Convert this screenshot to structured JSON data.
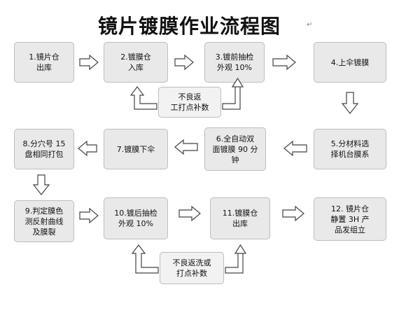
{
  "title": "镜片镀膜作业流程图",
  "boxes": [
    {
      "id": "b1",
      "label": "1.镜片仓\n出库"
    },
    {
      "id": "b2",
      "label": "2.镀膜仓\n入库"
    },
    {
      "id": "b3",
      "label": "3.镀前抽检\n外观 10%"
    },
    {
      "id": "b4",
      "label": "4.上伞镀膜"
    },
    {
      "id": "b5",
      "label": "5.分材料选\n择机台膜系"
    },
    {
      "id": "b6",
      "label": "6.全自动双\n面镀膜 90 分\n钟"
    },
    {
      "id": "b7",
      "label": "7.镀膜下伞"
    },
    {
      "id": "b8",
      "label": "8.分穴号 15\n盘相同打包"
    },
    {
      "id": "b9",
      "label": "9.判定膜色\n测反射曲线\n及膜裂"
    },
    {
      "id": "b10",
      "label": "10.镀后抽检\n外观 10%"
    },
    {
      "id": "b11",
      "label": "11.镀膜仓\n出库"
    },
    {
      "id": "b12",
      "label": "12. 镜片仓\n静置 3H 产\n品发组立"
    }
  ],
  "rework_boxes": [
    {
      "id": "r1",
      "label": "不良返\n工打点补数"
    },
    {
      "id": "r2",
      "label": "不良返洗或\n打点补数"
    }
  ]
}
